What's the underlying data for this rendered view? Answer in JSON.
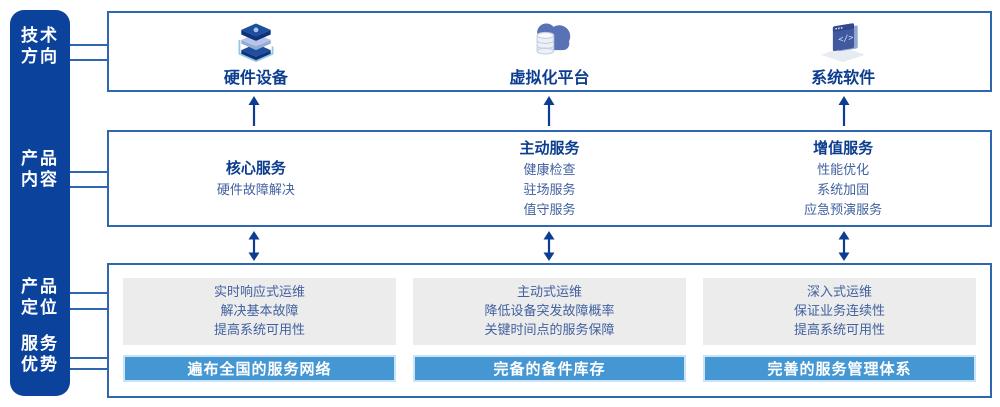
{
  "sidebar": {
    "items": [
      {
        "id": "tech-direction",
        "lines": [
          "技术",
          "方向"
        ]
      },
      {
        "id": "product-content",
        "lines": [
          "产品",
          "内容"
        ]
      },
      {
        "id": "product-positioning",
        "lines": [
          "产品",
          "定位"
        ]
      },
      {
        "id": "service-advantages",
        "lines": [
          "服务",
          "优势"
        ]
      }
    ]
  },
  "tech_row": {
    "items": [
      {
        "icon": "hardware-stack-icon",
        "label": "硬件设备"
      },
      {
        "icon": "cloud-database-icon",
        "label": "虚拟化平台"
      },
      {
        "icon": "code-window-icon",
        "label": "系统软件"
      }
    ]
  },
  "content_row": {
    "columns": [
      {
        "title": "核心服务",
        "items": [
          "硬件故障解决"
        ]
      },
      {
        "title": "主动服务",
        "items": [
          "健康检查",
          "驻场服务",
          "值守服务"
        ]
      },
      {
        "title": "增值服务",
        "items": [
          "性能优化",
          "系统加固",
          "应急预演服务"
        ]
      }
    ]
  },
  "positioning_row": {
    "columns": [
      {
        "lines": [
          "实时响应式运维",
          "解决基本故障",
          "提高系统可用性"
        ],
        "banner": "遍布全国的服务网络"
      },
      {
        "lines": [
          "主动式运维",
          "降低设备突发故障概率",
          "关键时间点的服务保障"
        ],
        "banner": "完备的备件库存"
      },
      {
        "lines": [
          "深入式运维",
          "保证业务连续性",
          "提高系统可用性"
        ],
        "banner": "完善的服务管理体系"
      }
    ]
  },
  "colors": {
    "sidebar": "#0a429c",
    "box_border": "#2f66b0",
    "title_text": "#0c3d8f",
    "body_text": "#41619f",
    "gray_panel": "#ececec",
    "banner_fill": "#4497d3",
    "banner_border": "#c9e4f6",
    "arrow": "#0d3d92"
  }
}
